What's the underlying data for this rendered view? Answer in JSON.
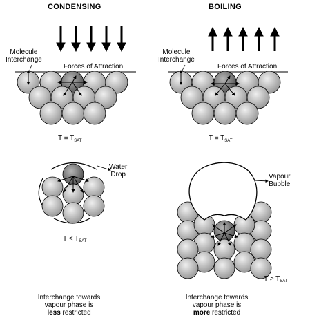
{
  "headings": {
    "left": "CONDENSING",
    "right": "BOILING"
  },
  "labels": {
    "molecule_interchange_left": "Molecule\nInterchange",
    "forces_left": "Forces of Attraction",
    "molecule_interchange_right": "Molecule\nInterchange",
    "forces_right": "Forces of Attraction",
    "water_drop": "Water\nDrop",
    "vapour_bubble": "Vapour\nBubble"
  },
  "temperatures": {
    "cond_sat": {
      "prefix": "T = T",
      "sub": "SAT"
    },
    "boil_sat": {
      "prefix": "T = T",
      "sub": "SAT"
    },
    "cond_low": {
      "prefix": "T < T",
      "sub": "SAT"
    },
    "boil_high": {
      "prefix": "T > T",
      "sub": "SAT"
    }
  },
  "captions": {
    "left": {
      "line1": "Interchange towards",
      "line2": "vapour phase is",
      "bold": "less",
      "rest": " restricted"
    },
    "right": {
      "line1": "Interchange towards",
      "line2": "vapour phase is",
      "bold": "more",
      "rest": " restricted"
    }
  },
  "colors": {
    "molecule": "#c9c9c9",
    "molecule_dark": "#8f8f8f",
    "stroke": "#000000"
  }
}
